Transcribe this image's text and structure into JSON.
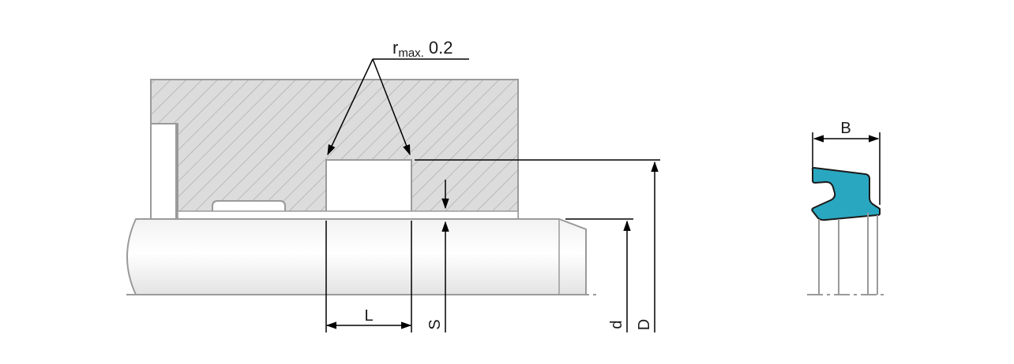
{
  "annotations": {
    "radius_prefix": "r",
    "radius_subscript": "max.",
    "radius_value": "0.2"
  },
  "dimensions": {
    "groove_length": "L",
    "radial_section": "S",
    "rod_diameter": "d",
    "groove_diameter": "D",
    "seal_width": "B"
  },
  "colors": {
    "seal": "#2aa7c0",
    "housing_fill": "#d9d9d9",
    "outline": "#9a9a9a",
    "dimension_line": "#000000"
  }
}
